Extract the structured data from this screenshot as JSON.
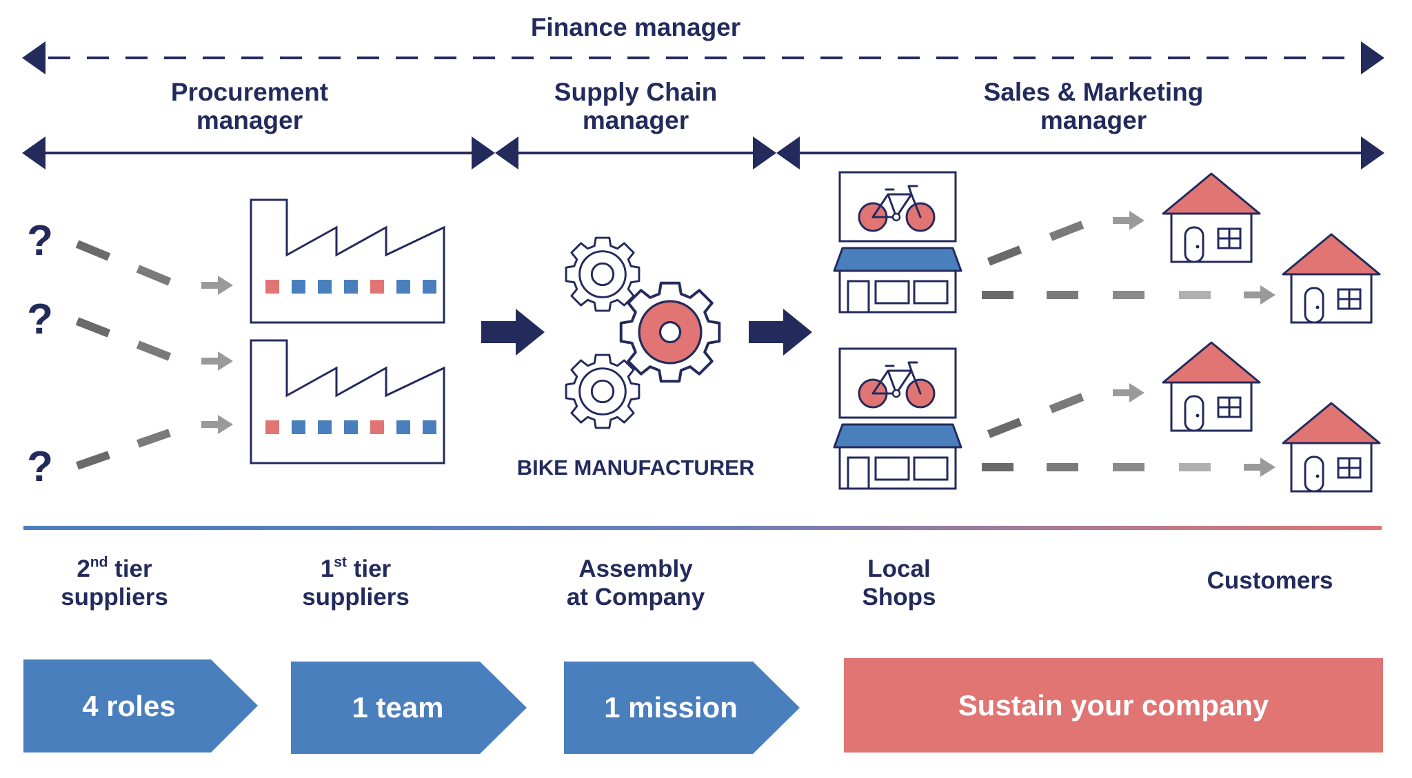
{
  "roles": {
    "finance": "Finance manager",
    "procurement": [
      "Procurement",
      "manager"
    ],
    "supply_chain": [
      "Supply Chain",
      "manager"
    ],
    "sales_marketing": [
      "Sales & Marketing",
      "manager"
    ]
  },
  "question_mark": "?",
  "bike_manufacturer": "BIKE MANUFACTURER",
  "stages": {
    "second_tier": {
      "num": "2",
      "sup": "nd",
      "rest": " tier",
      "line2": "suppliers"
    },
    "first_tier": {
      "num": "1",
      "sup": "st",
      "rest": " tier",
      "line2": "suppliers"
    },
    "assembly": [
      "Assembly",
      "at Company"
    ],
    "shops": [
      "Local",
      "Shops"
    ],
    "customers": "Customers"
  },
  "banners": {
    "roles": "4 roles",
    "team": "1 team",
    "mission": "1 mission",
    "sustain": "Sustain your company"
  },
  "colors": {
    "navy": "#232a5c",
    "blue": "#4a7fbe",
    "red": "#e07574",
    "grey_arrow": "#9a9a9a"
  }
}
